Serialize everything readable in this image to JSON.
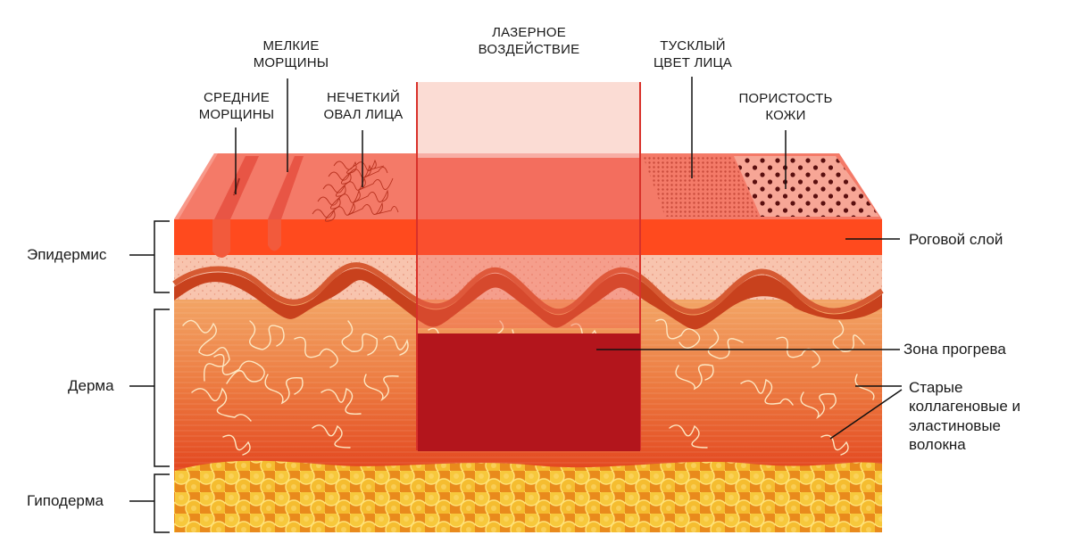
{
  "top_labels": {
    "medium_wrinkles": "СРЕДНИЕ\nМОРЩИНЫ",
    "fine_wrinkles": "МЕЛКИЕ\nМОРЩИНЫ",
    "blurred_oval": "НЕЧЕТКИЙ\nОВАЛ ЛИЦА",
    "laser": "ЛАЗЕРНОЕ\nВОЗДЕЙСТВИЕ",
    "dull_complexion": "ТУСКЛЫЙ\nЦВЕТ ЛИЦА",
    "porosity": "ПОРИСТОСТЬ\nКОЖИ"
  },
  "left_labels": {
    "epidermis": "Эпидермис",
    "dermis": "Дерма",
    "hypodermis": "Гиподерма"
  },
  "right_labels": {
    "stratum_corneum": "Роговой слой",
    "heating_zone": "Зона прогрева",
    "old_fibers": "Старые\nколлагеновые и\nэластиновые\nволокна"
  },
  "colors": {
    "surface": "#f47a68",
    "stratum_corneum": "#ff4a1e",
    "epidermis": "#f8c4ae",
    "wave": "#c8411d",
    "dermis_top": "#f09a5e",
    "dermis_bottom": "#e4441c",
    "fat": "#f7c33a",
    "heating_zone": "#b3151c",
    "laser_beam": "#f05a4e"
  }
}
